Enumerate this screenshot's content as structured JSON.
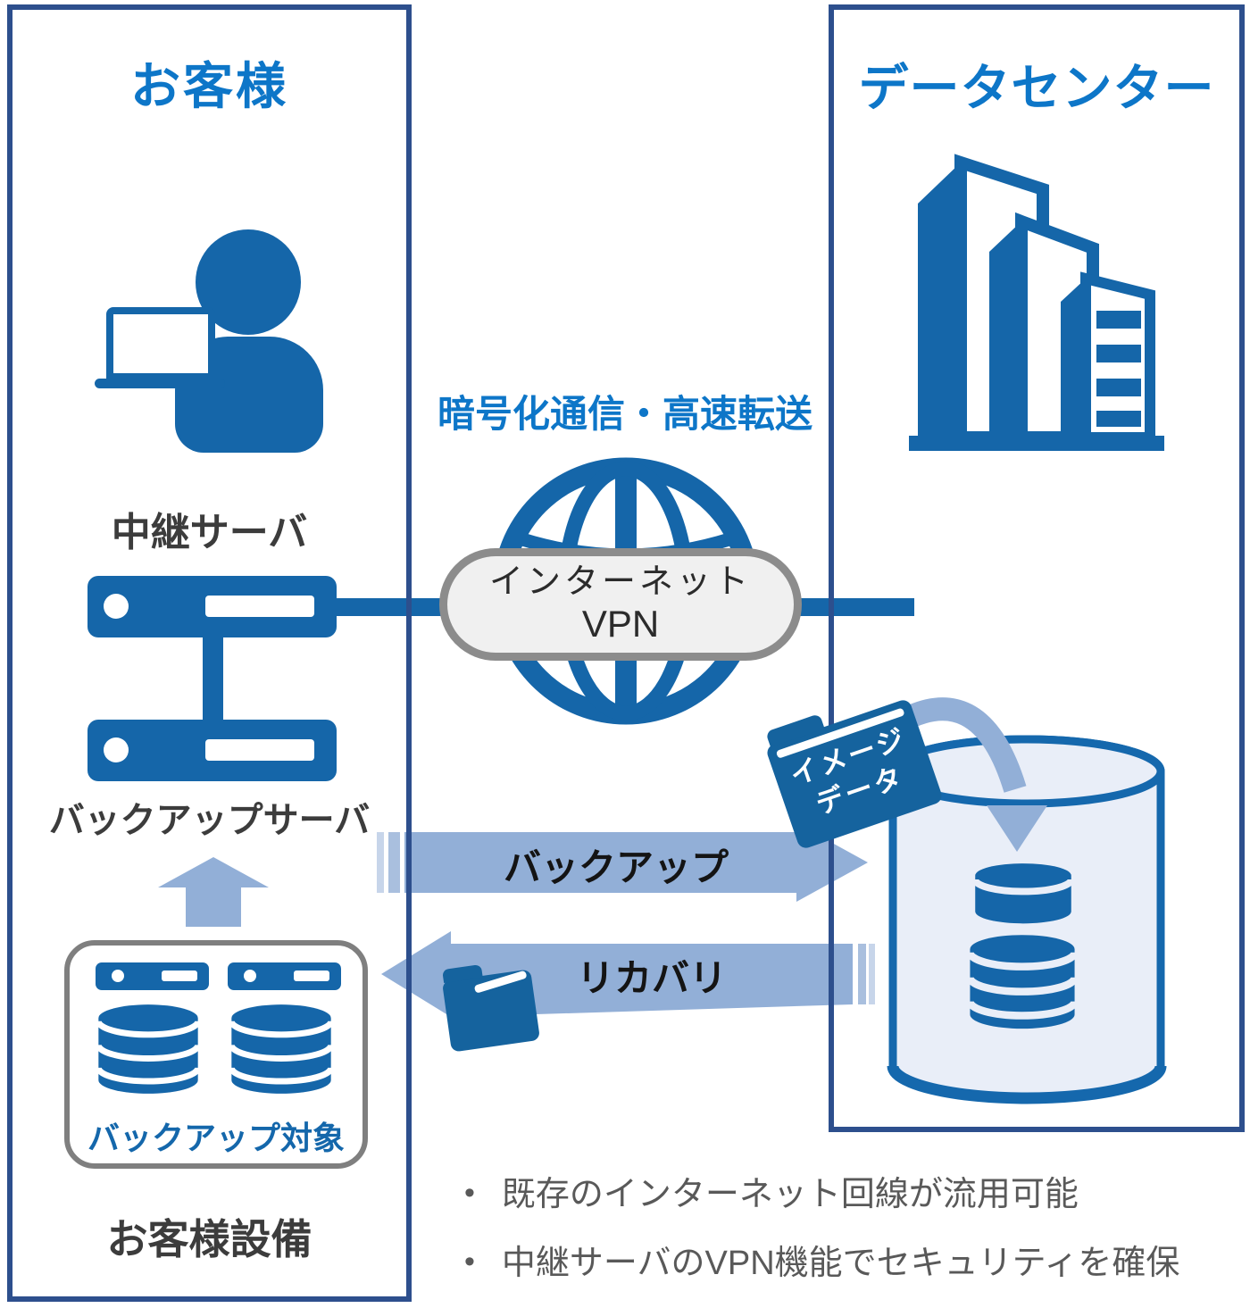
{
  "left_box": {
    "title": "お客様",
    "relay_server_label": "中継サーバ",
    "backup_server_label": "バックアップサーバ",
    "backup_target_label": "バックアップ対象",
    "equipment_label": "お客様設備"
  },
  "right_box": {
    "title": "データセンター"
  },
  "center": {
    "encrypted_label": "暗号化通信・高速転送",
    "vpn_label_line1": "インターネット",
    "vpn_label_line2": "VPN",
    "backup_arrow_label": "バックアップ",
    "recovery_arrow_label": "リカバリ",
    "image_data_line1": "イメージ",
    "image_data_line2": "データ"
  },
  "notes": {
    "items": [
      {
        "text": "既存のインターネット回線が流用可能"
      },
      {
        "text": "中継サーバのVPN機能でセキュリティを確保"
      }
    ]
  },
  "colors": {
    "accent_blue": "#0d76c8",
    "icon_blue": "#1566a9",
    "navy_border": "#2d4f8d",
    "light_arrow_blue": "#92afd7",
    "folder_blue": "#15639e",
    "cylinder_fill": "#e9eef8",
    "pill_fill": "#f0f0f0",
    "pill_border": "#8c8c8c",
    "label_gray": "#3c3c3c",
    "note_gray": "#595959"
  }
}
